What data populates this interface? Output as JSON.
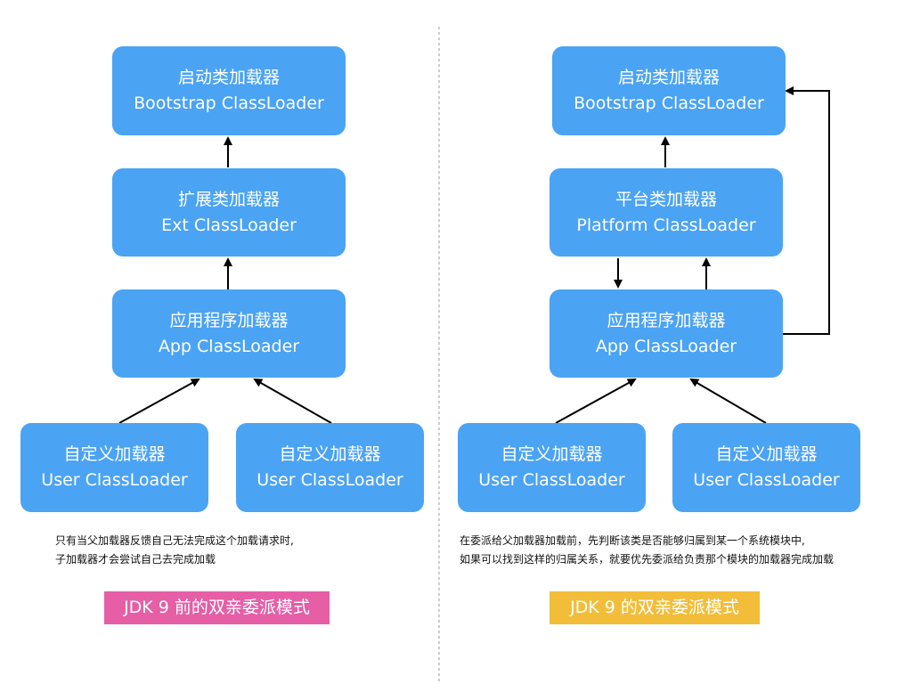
{
  "colors": {
    "box_fill": "#4ba3f3",
    "box_text": "#ffffff",
    "arrow": "#000000",
    "divider": "#9a9a9a",
    "left_caption_bg": "#e55ea6",
    "right_caption_bg": "#f2bd39"
  },
  "left_panel": {
    "bootstrap": {
      "line1": "启动类加载器",
      "line2": "Bootstrap ClassLoader"
    },
    "extension": {
      "line1": "扩展类加载器",
      "line2": "Ext ClassLoader"
    },
    "app": {
      "line1": "应用程序加载器",
      "line2": "App ClassLoader"
    },
    "user_a": {
      "line1": "自定义加载器",
      "line2": "User ClassLoader"
    },
    "user_b": {
      "line1": "自定义加载器",
      "line2": "User ClassLoader"
    },
    "note": {
      "line1": "只有当父加载器反馈自己无法完成这个加载请求时,",
      "line2": "子加载器才会尝试自己去完成加载"
    },
    "caption": "JDK 9 前的双亲委派模式"
  },
  "right_panel": {
    "bootstrap": {
      "line1": "启动类加载器",
      "line2": "Bootstrap ClassLoader"
    },
    "platform": {
      "line1": "平台类加载器",
      "line2": "Platform ClassLoader"
    },
    "app": {
      "line1": "应用程序加载器",
      "line2": "App ClassLoader"
    },
    "user_a": {
      "line1": "自定义加载器",
      "line2": "User ClassLoader"
    },
    "user_b": {
      "line1": "自定义加载器",
      "line2": "User ClassLoader"
    },
    "note": {
      "line1": "在委派给父加载器加载前，先判断该类是否能够归属到某一个系统模块中,",
      "line2": "如果可以找到这样的归属关系，就要优先委派给负责那个模块的加载器完成加载"
    },
    "caption": "JDK 9 的双亲委派模式"
  }
}
